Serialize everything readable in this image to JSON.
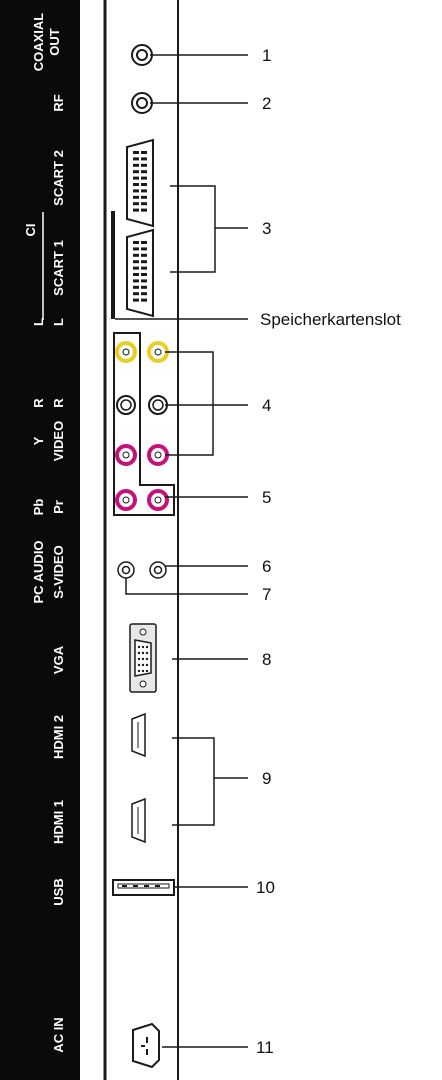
{
  "colors": {
    "strip": "#0a0a0a",
    "label_text": "#ffffff",
    "outline": "#1a1a1a",
    "yellow_jack": "#e8d020",
    "magenta_jack": "#c8107a",
    "vga_fill": "#e8e8ea"
  },
  "side_labels": {
    "coaxial_out": "COAXIAL OUT",
    "rf": "RF",
    "scart2": "SCART 2",
    "ci": "CI",
    "scart1": "SCART 1",
    "l_left": "L",
    "l_right": "L",
    "r_left": "R",
    "r_right": "R",
    "y": "Y",
    "video": "VIDEO",
    "pb": "Pb",
    "pr": "Pr",
    "pc_audio": "PC AUDIO",
    "s_video": "S-VIDEO",
    "vga": "VGA",
    "hdmi2": "HDMI 2",
    "hdmi1": "HDMI 1",
    "usb": "USB",
    "ac_in": "AC IN"
  },
  "callouts": {
    "n1": "1",
    "n2": "2",
    "n3": "3",
    "slot": "Speicherkartenslot",
    "n4": "4",
    "n5": "5",
    "n6": "6",
    "n7": "7",
    "n8": "8",
    "n9": "9",
    "n10": "10",
    "n11": "11"
  },
  "connectors": [
    {
      "id": "coaxial-out-jack",
      "icon": "round-jack-icon"
    },
    {
      "id": "rf-jack",
      "icon": "round-jack-icon"
    },
    {
      "id": "scart2-port",
      "icon": "scart-icon"
    },
    {
      "id": "scart1-port",
      "icon": "scart-icon"
    },
    {
      "id": "ci-card-slot",
      "icon": "card-slot-icon"
    },
    {
      "id": "audio-l-jacks",
      "icon": "rca-jack-icon"
    },
    {
      "id": "audio-r-jacks",
      "icon": "rca-jack-icon"
    },
    {
      "id": "component-jacks",
      "icon": "rca-jack-icon"
    },
    {
      "id": "pc-audio-jack",
      "icon": "mini-jack-icon"
    },
    {
      "id": "s-video-jack",
      "icon": "mini-jack-icon"
    },
    {
      "id": "vga-port",
      "icon": "vga-icon"
    },
    {
      "id": "hdmi2-port",
      "icon": "hdmi-icon"
    },
    {
      "id": "hdmi1-port",
      "icon": "hdmi-icon"
    },
    {
      "id": "usb-port",
      "icon": "usb-icon"
    },
    {
      "id": "ac-in-socket",
      "icon": "power-socket-icon"
    }
  ]
}
